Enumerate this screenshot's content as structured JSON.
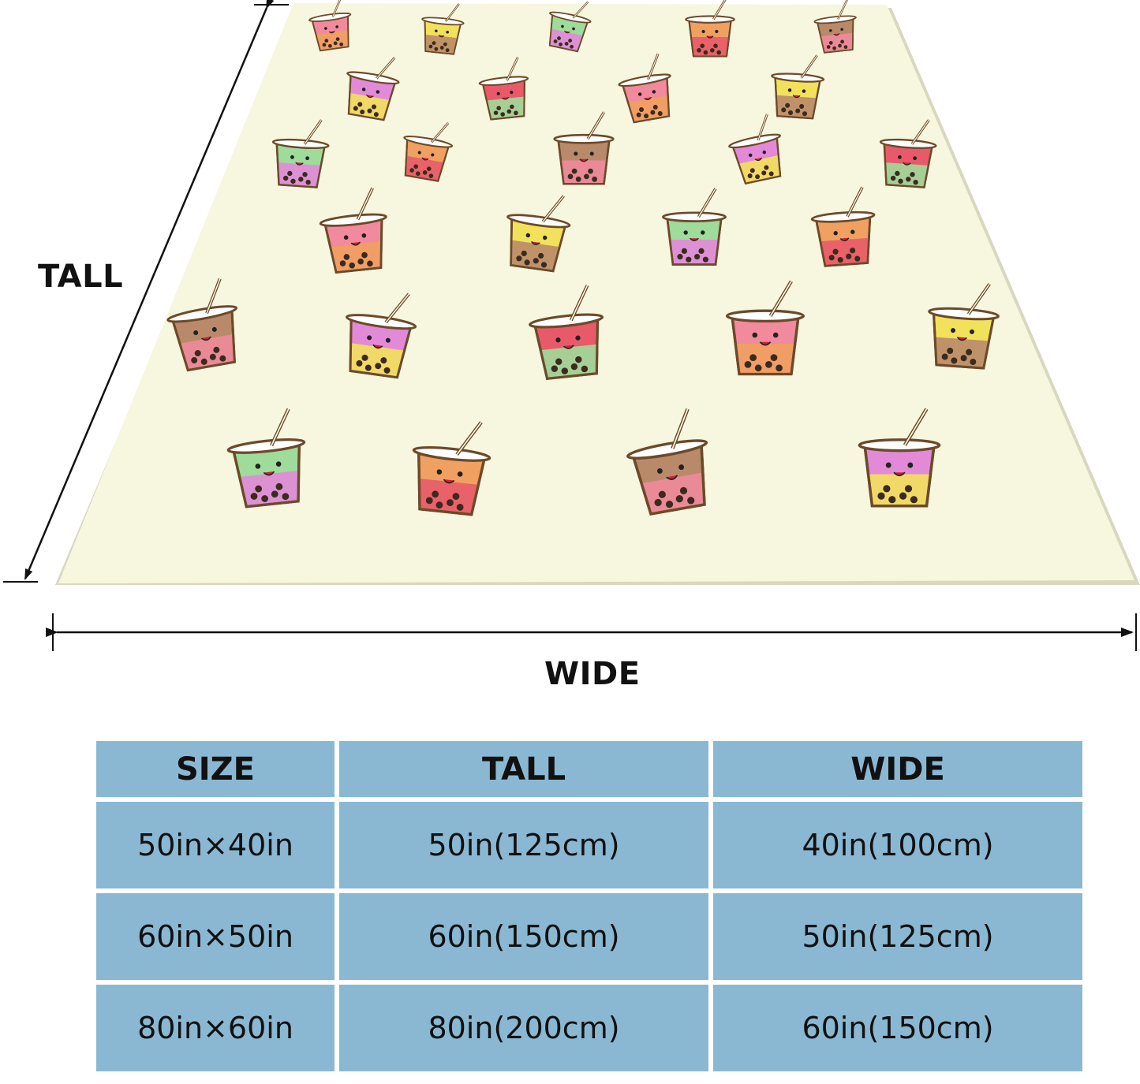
{
  "dimensions": {
    "tall_label": "TALL",
    "wide_label": "WIDE"
  },
  "blanket": {
    "pattern": "boba-tea-cups",
    "background_color": "#f7f6df",
    "outline_color": "#6b4a2a",
    "drink_colors": [
      "#f18a9c",
      "#f2e15a",
      "#9fdb9a",
      "#f0a060",
      "#b98a6a",
      "#e28ad8",
      "#e85a6a"
    ]
  },
  "table": {
    "header_color": "#8ab8d3",
    "headers": [
      "SIZE",
      "TALL",
      "WIDE"
    ],
    "rows": [
      [
        "50in×40in",
        "50in(125cm)",
        "40in(100cm)"
      ],
      [
        "60in×50in",
        "60in(150cm)",
        "50in(125cm)"
      ],
      [
        "80in×60in",
        "80in(200cm)",
        "60in(150cm)"
      ]
    ]
  }
}
